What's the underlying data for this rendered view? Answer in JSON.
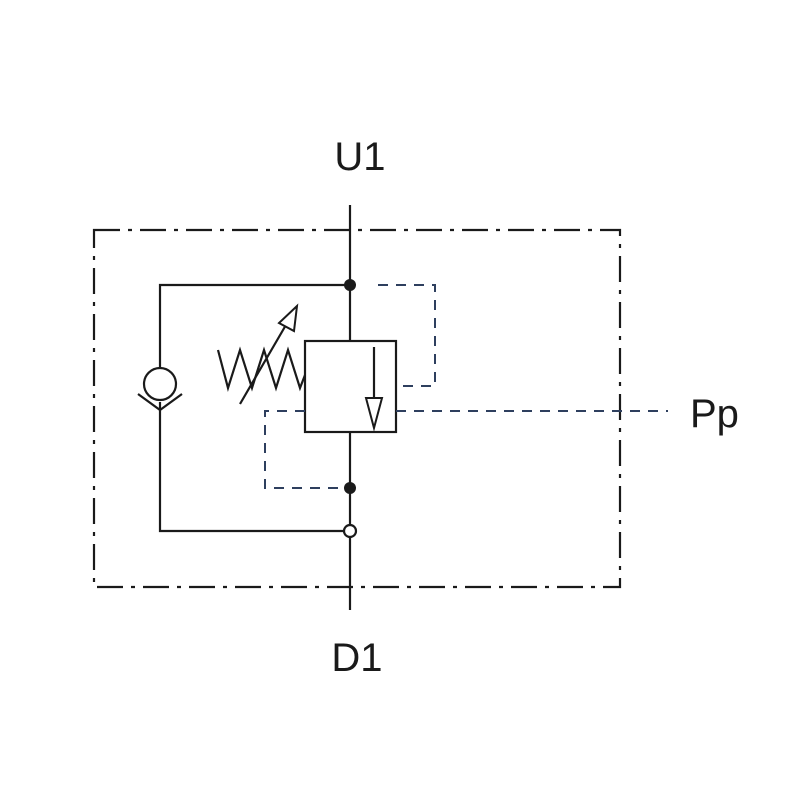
{
  "ports": {
    "top": "U1",
    "bottom": "D1",
    "pilot": "Pp"
  },
  "colors": {
    "line": "#1a1a1a",
    "pilot_line": "#2e3f5e",
    "background": "#ffffff"
  }
}
